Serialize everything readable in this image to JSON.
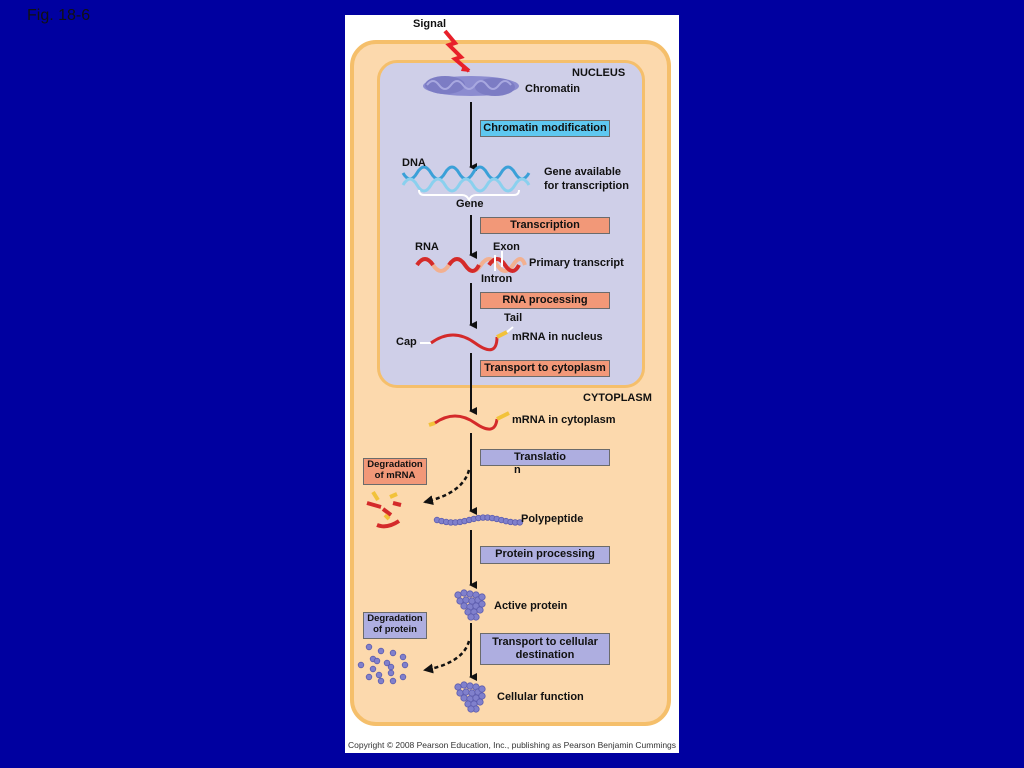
{
  "figure_label": "Fig. 18-6",
  "copyright": "Copyright © 2008 Pearson Education, Inc., publishing as Pearson Benjamin Cummings",
  "labels": {
    "signal": "Signal",
    "nucleus": "NUCLEUS",
    "chromatin": "Chromatin",
    "dna": "DNA",
    "gene_available": "Gene available",
    "gene_available_2": "for transcription",
    "gene": "Gene",
    "rna": "RNA",
    "exon": "Exon",
    "intron": "Intron",
    "primary_transcript": "Primary transcript",
    "tail": "Tail",
    "cap": "Cap",
    "mrna_nucleus": "mRNA in nucleus",
    "cytoplasm": "CYTOPLASM",
    "mrna_cytoplasm": "mRNA in cytoplasm",
    "polypeptide": "Polypeptide",
    "active_protein": "Active protein",
    "cellular_function": "Cellular function"
  },
  "steps": {
    "chromatin_modification": "Chromatin modification",
    "transcription": "Transcription",
    "rna_processing": "RNA processing",
    "transport_cytoplasm": "Transport to cytoplasm",
    "translation": "Translatio",
    "translation_2": "n",
    "protein_processing": "Protein processing",
    "transport_cellular": "Transport to cellular",
    "transport_cellular_2": "destination",
    "degradation_mrna": "Degradation",
    "degradation_mrna_2": "of mRNA",
    "degradation_protein": "Degradation",
    "degradation_protein_2": "of protein"
  },
  "colors": {
    "background": "#0000a0",
    "cytoplasm": "#fcd9ad",
    "membrane": "#f5bf6b",
    "nucleus": "#cfcfe8",
    "chromatin_box": "#5ec8f0",
    "rna_box": "#f29878",
    "protein_box": "#aeaee0",
    "rna": "#d42a2a",
    "protein": "#7a7ac8"
  }
}
